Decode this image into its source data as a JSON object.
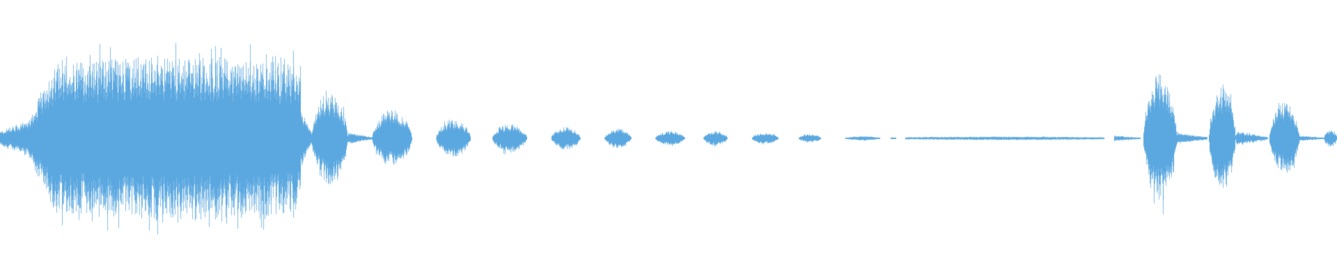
{
  "waveform": {
    "color": "#5ba8e0",
    "background": "#ffffff",
    "segments": [
      {
        "start": 0.0,
        "end": 0.023,
        "peak": 0.14,
        "shape": "rise"
      },
      {
        "start": 0.023,
        "end": 0.04,
        "peak": 0.5,
        "shape": "rise"
      },
      {
        "start": 0.04,
        "end": 0.225,
        "peak": 0.58,
        "shape": "sustain"
      },
      {
        "start": 0.225,
        "end": 0.233,
        "peak": 0.2,
        "shape": "decay"
      },
      {
        "start": 0.233,
        "end": 0.26,
        "peak": 0.34,
        "shape": "burst"
      },
      {
        "start": 0.26,
        "end": 0.278,
        "peak": 0.04,
        "shape": "decay"
      },
      {
        "start": 0.278,
        "end": 0.308,
        "peak": 0.2,
        "shape": "burst"
      },
      {
        "start": 0.326,
        "end": 0.352,
        "peak": 0.13,
        "shape": "burst"
      },
      {
        "start": 0.368,
        "end": 0.394,
        "peak": 0.1,
        "shape": "burst"
      },
      {
        "start": 0.412,
        "end": 0.434,
        "peak": 0.08,
        "shape": "burst"
      },
      {
        "start": 0.452,
        "end": 0.472,
        "peak": 0.07,
        "shape": "burst"
      },
      {
        "start": 0.49,
        "end": 0.512,
        "peak": 0.05,
        "shape": "burst"
      },
      {
        "start": 0.526,
        "end": 0.544,
        "peak": 0.05,
        "shape": "burst"
      },
      {
        "start": 0.562,
        "end": 0.582,
        "peak": 0.04,
        "shape": "burst"
      },
      {
        "start": 0.597,
        "end": 0.614,
        "peak": 0.03,
        "shape": "burst"
      },
      {
        "start": 0.632,
        "end": 0.658,
        "peak": 0.015,
        "shape": "burst"
      },
      {
        "start": 0.666,
        "end": 0.67,
        "peak": 0.005,
        "shape": "burst"
      },
      {
        "start": 0.677,
        "end": 0.826,
        "peak": 0.012,
        "shape": "hum"
      },
      {
        "start": 0.833,
        "end": 0.853,
        "peak": 0.02,
        "shape": "decay"
      },
      {
        "start": 0.855,
        "end": 0.88,
        "peak": 0.46,
        "shape": "burst"
      },
      {
        "start": 0.88,
        "end": 0.903,
        "peak": 0.04,
        "shape": "decay"
      },
      {
        "start": 0.904,
        "end": 0.924,
        "peak": 0.38,
        "shape": "burst"
      },
      {
        "start": 0.924,
        "end": 0.948,
        "peak": 0.05,
        "shape": "decay"
      },
      {
        "start": 0.949,
        "end": 0.972,
        "peak": 0.25,
        "shape": "burst"
      },
      {
        "start": 0.972,
        "end": 0.99,
        "peak": 0.02,
        "shape": "decay"
      },
      {
        "start": 0.99,
        "end": 1.0,
        "peak": 0.06,
        "shape": "burst"
      }
    ]
  }
}
